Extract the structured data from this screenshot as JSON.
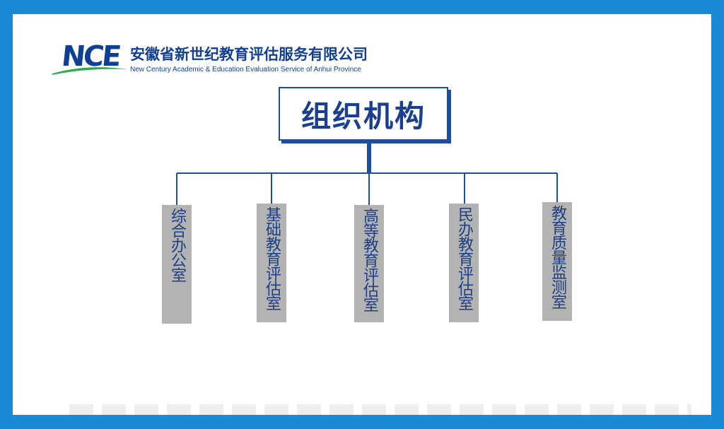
{
  "header": {
    "logo_text": "NCE",
    "company_cn": "安徽省新世纪教育评估服务有限公司",
    "company_en": "New Century Academic & Education Evaluation Service of Anhui Province"
  },
  "chart": {
    "title": "组织机构",
    "departments": [
      {
        "label": "综合办公室"
      },
      {
        "label": "基础教育评估室"
      },
      {
        "label": "高等教育评估室"
      },
      {
        "label": "民办教育评估室"
      },
      {
        "label": "教育质量监测室"
      }
    ]
  },
  "colors": {
    "frame": "#1a8ad6",
    "brand_blue": "#1c4fa0",
    "dept_fill": "#b3b3b3",
    "swoosh": "#2fa84f"
  }
}
